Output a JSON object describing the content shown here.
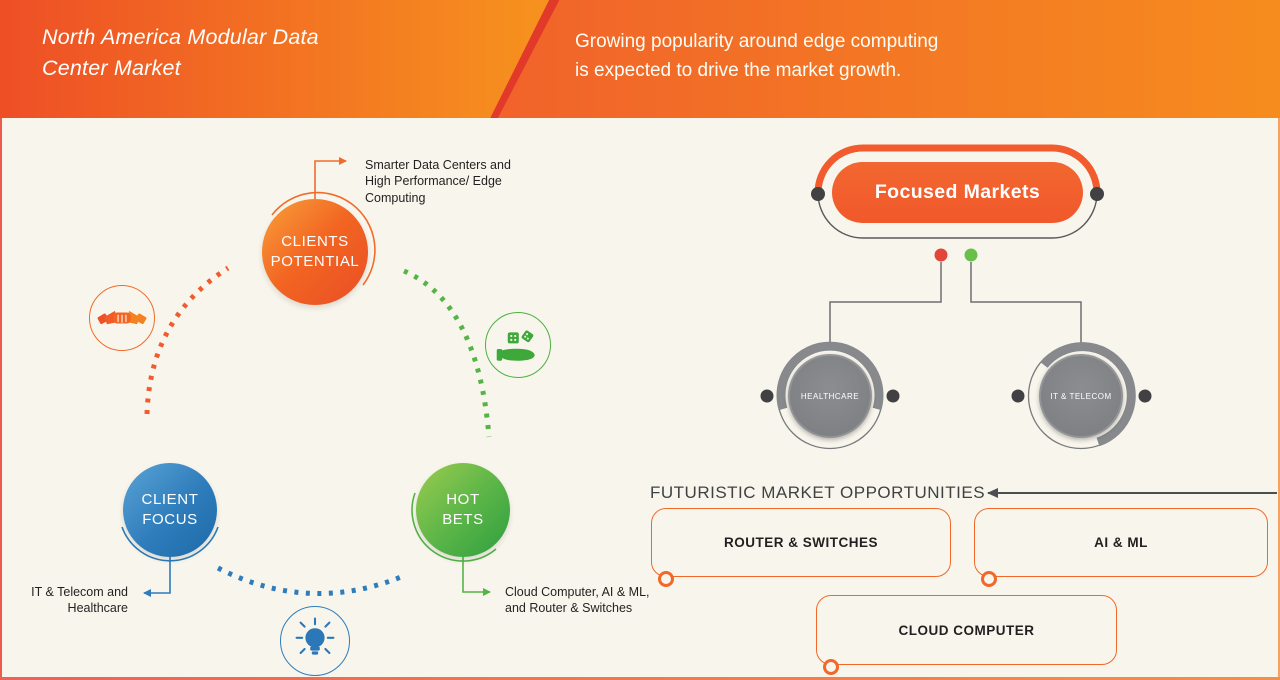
{
  "header": {
    "title": "North America Modular Data\nCenter Market",
    "subtitle": "Growing popularity around edge computing\nis expected to drive the market growth."
  },
  "cycle": {
    "clients_potential": {
      "label": "CLIENTS\nPOTENTIAL",
      "annotation": "Smarter Data Centers and\nHigh Performance/ Edge\nComputing",
      "icon": "handshake-icon",
      "color": "#f26522"
    },
    "client_focus": {
      "label": "CLIENT\nFOCUS",
      "annotation": "IT & Telecom and\nHealthcare",
      "icon": "lightbulb-icon",
      "color": "#2e7cbc"
    },
    "hot_bets": {
      "label": "HOT\nBETS",
      "annotation": "Cloud Computer, AI & ML,\nand Router & Switches",
      "icon": "dice-hand-icon",
      "color": "#55b447"
    }
  },
  "focused_markets": {
    "title": "Focused Markets",
    "markets": [
      {
        "label": "HEALTHCARE"
      },
      {
        "label": "IT & TELECOM"
      }
    ]
  },
  "opportunities": {
    "heading": "FUTURISTIC MARKET OPPORTUNITIES",
    "items": [
      {
        "label": "ROUTER & SWITCHES"
      },
      {
        "label": "AI & ML"
      },
      {
        "label": "CLOUD COMPUTER"
      }
    ]
  },
  "colors": {
    "header_orange_left": "#ee4f26",
    "header_orange_right": "#f7941e",
    "accent_orange": "#f15b2d",
    "accent_blue": "#2e7cbc",
    "accent_green": "#55b447",
    "neutral_gray": "#87898c",
    "background_cream": "#f8f6ec"
  }
}
